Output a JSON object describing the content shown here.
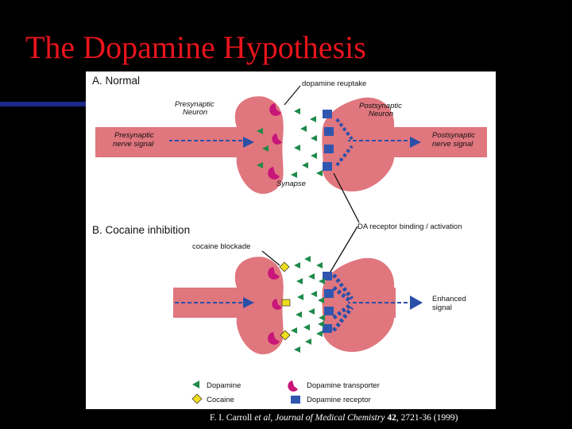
{
  "title": "The Dopamine Hypothesis",
  "figure": {
    "panel_a": {
      "heading": "A. Normal",
      "dopamine_reuptake": "dopamine reuptake",
      "presynaptic_neuron": [
        "Presynaptic",
        "Neuron"
      ],
      "postsynaptic_neuron": [
        "Postsynaptic",
        "Neuron"
      ],
      "presynaptic_signal": [
        "Presynaptic",
        "nerve signal"
      ],
      "postsynaptic_signal": [
        "Postsynaptic",
        "nerve signal"
      ],
      "synapse": "Synapse"
    },
    "receptor_binding": "DA receptor binding / activation",
    "panel_b": {
      "heading": "B. Cocaine inhibition",
      "cocaine_blockade": "cocaine blockade",
      "enhanced_signal": [
        "Enhanced",
        "signal"
      ]
    },
    "legend": {
      "dopamine": "Dopamine",
      "cocaine": "Cocaine",
      "transporter": "Dopamine transporter",
      "receptor": "Dopamine receptor"
    },
    "colors": {
      "neuron": "#e0767e",
      "arrow": "#2a4fa8",
      "dopamine": "#1e8a4a",
      "cocaine": "#f0dc1e",
      "transporter": "#c8157a",
      "receptor": "#3056b0"
    }
  },
  "citation": {
    "authors": "F. I. Carroll ",
    "et_al": "et al",
    "journal": ", Journal of Medical Chemistry ",
    "volume": "42",
    "pages": ", 2721-36 (1999)"
  }
}
